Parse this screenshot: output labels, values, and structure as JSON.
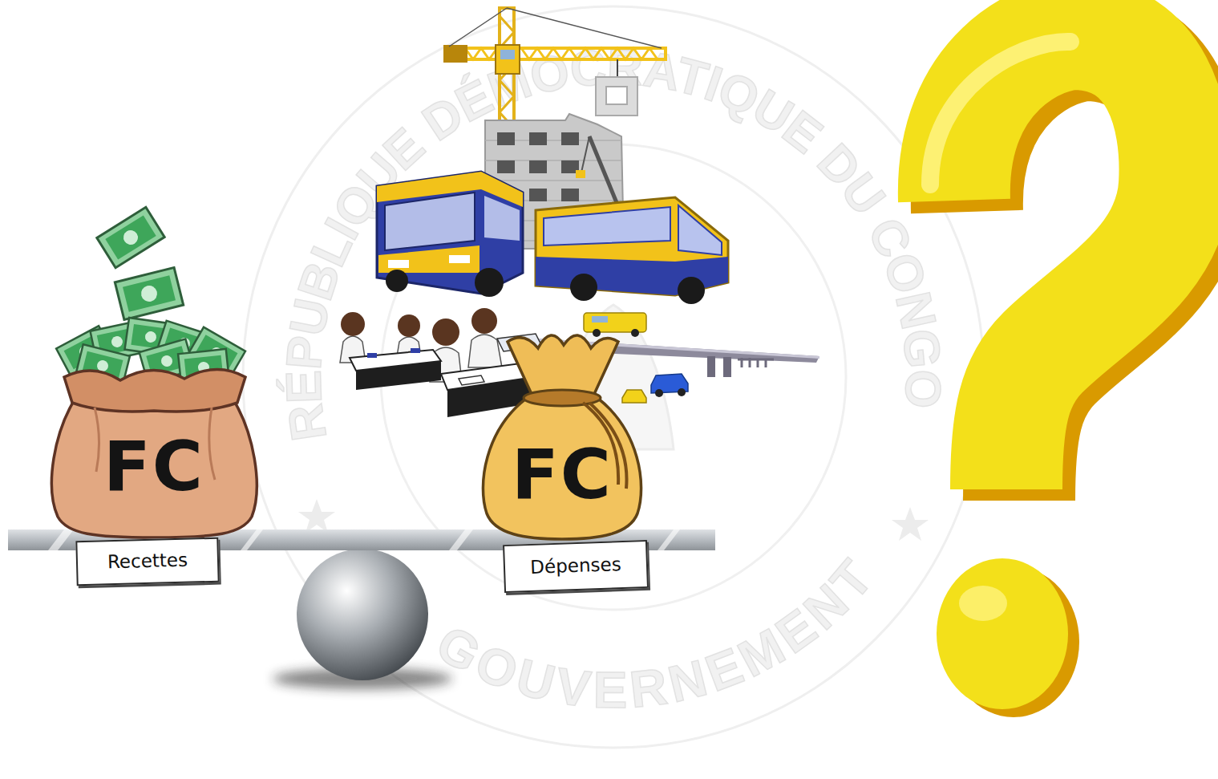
{
  "diagram": {
    "nodes": [
      {
        "text": [
          "FC"
        ]
      },
      {
        "text": [
          "Recettes"
        ]
      },
      {
        "text": [
          "FC"
        ]
      },
      {
        "text": [
          "Dépenses"
        ]
      }
    ],
    "labels": [
      "RÉPUBLIQUE DÉMOCRATIQUE DU CONGO",
      "GOUVERNEMENT"
    ]
  }
}
